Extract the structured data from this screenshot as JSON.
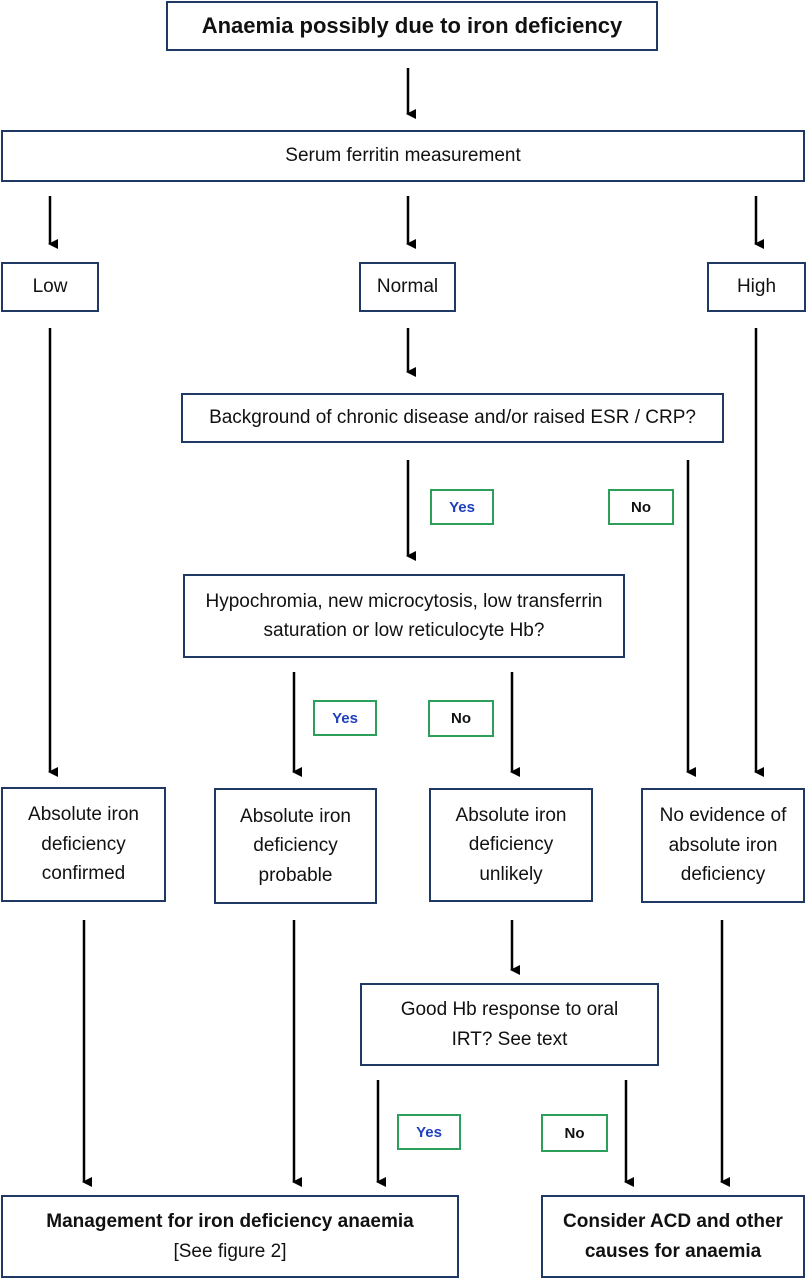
{
  "nodes": {
    "start": "Anaemia possibly due to iron deficiency",
    "ferritin": "Serum ferritin measurement",
    "low": "Low",
    "normal": "Normal",
    "high": "High",
    "chronic": "Background of chronic disease and/or raised ESR / CRP?",
    "hypochromia": "Hypochromia, new microcytosis, low transferrin saturation or low reticulocyte Hb?",
    "confirmed": "Absolute iron deficiency confirmed",
    "probable": "Absolute iron deficiency probable",
    "unlikely": "Absolute iron deficiency unlikely",
    "no_evidence": "No evidence of absolute iron deficiency",
    "oral_irt": "Good Hb response to oral IRT? See text",
    "management": "Management for iron deficiency anaemia",
    "management_note": "[See figure 2]",
    "acd": "Consider ACD and other causes for anaemia"
  },
  "labels": {
    "yes": "Yes",
    "no": "No"
  },
  "colors": {
    "box_border": "#1f3864",
    "tag_border": "#2e9e5b",
    "yes_text": "#1f3fbf",
    "arrow": "#000000"
  }
}
